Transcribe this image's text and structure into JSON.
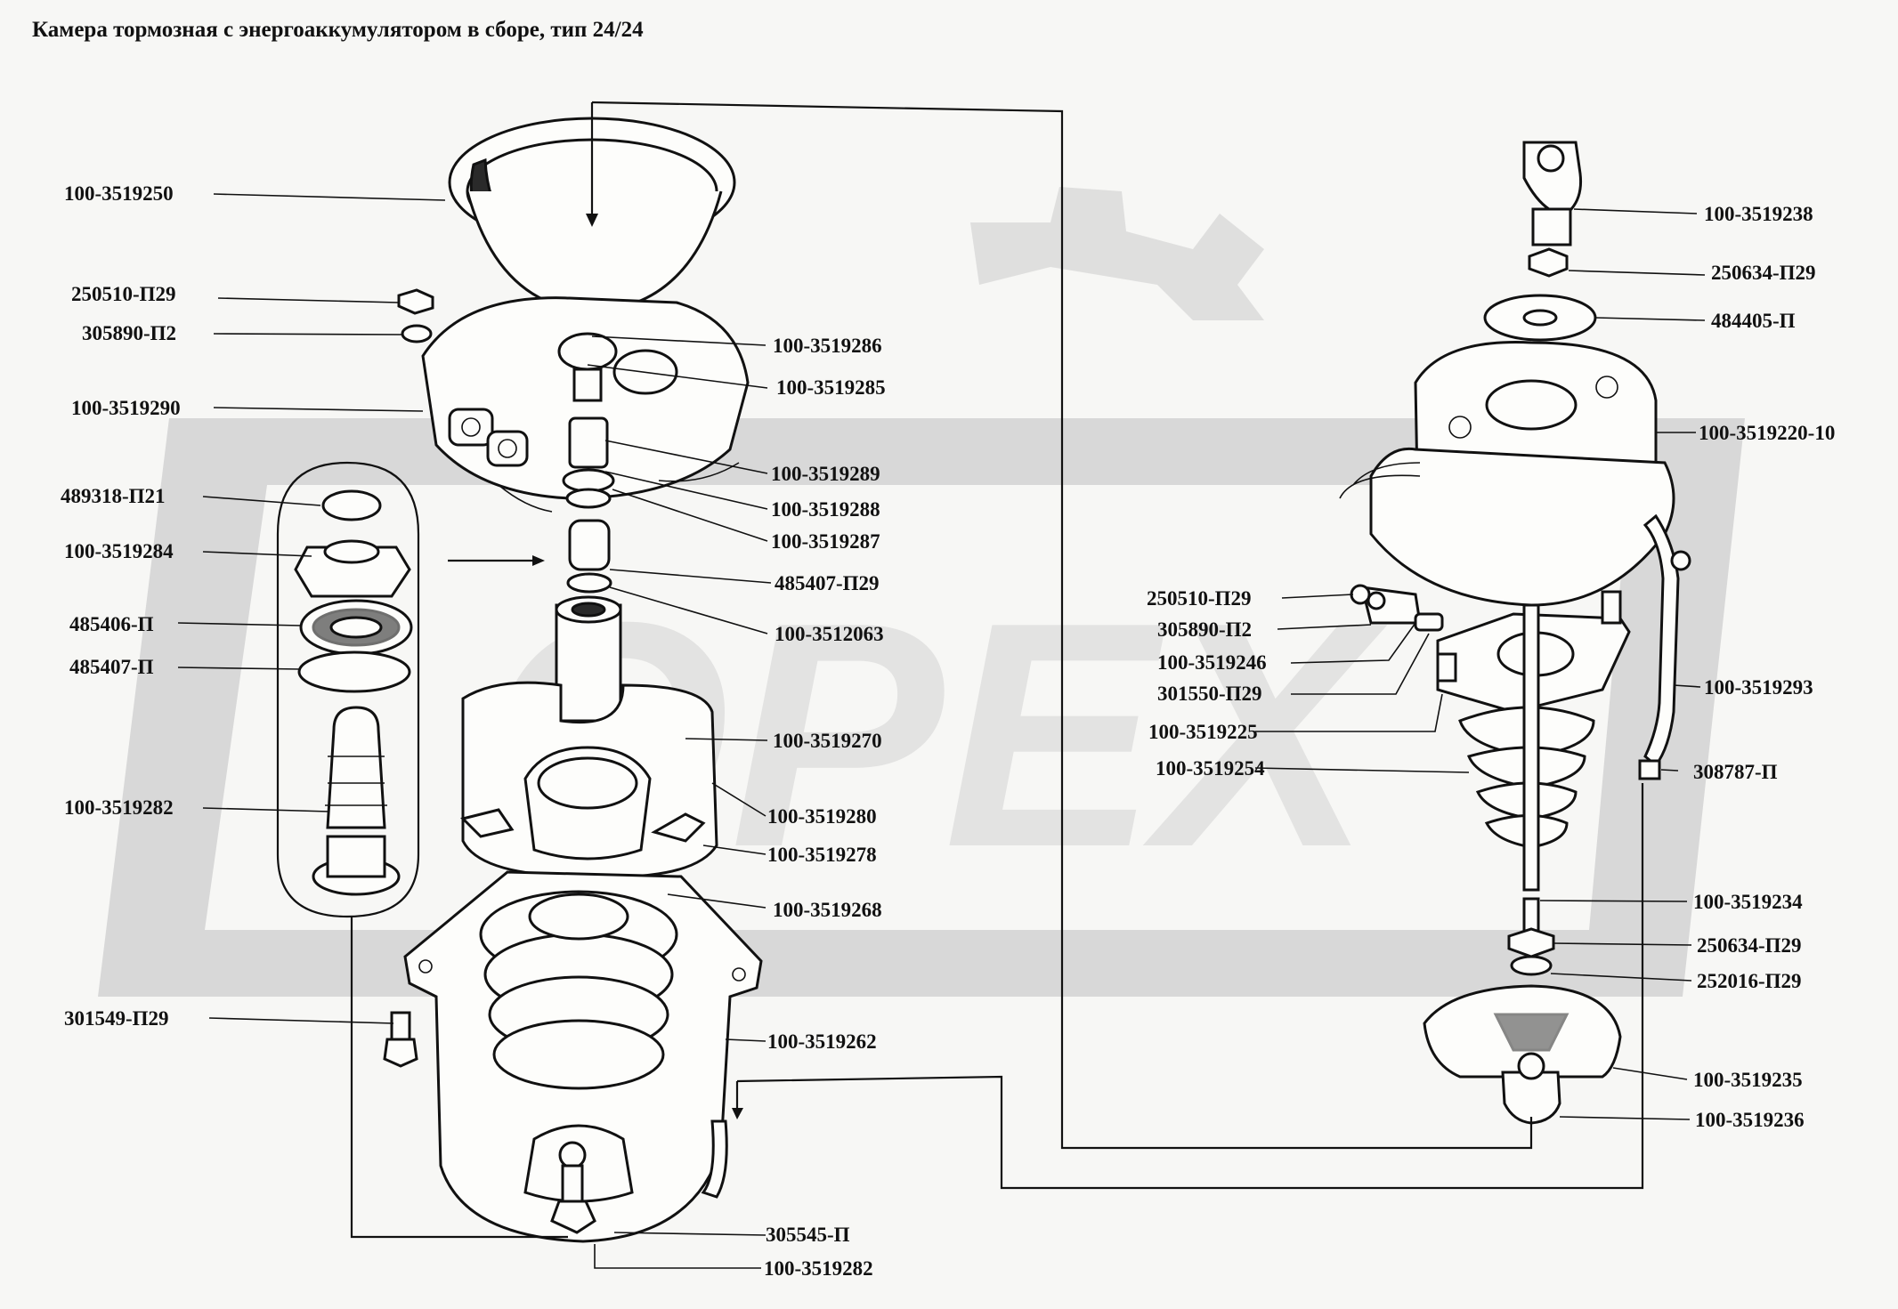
{
  "title": "Камера тормозная с энергоаккумулятором в сборе, тип 24/24",
  "left_labels": [
    "100-3519250",
    "250510-П29",
    "305890-П2",
    "100-3519290",
    "489318-П21",
    "100-3519284",
    "485406-П",
    "485407-П",
    "100-3519282",
    "301549-П29"
  ],
  "center_labels": [
    "100-3519286",
    "100-3519285",
    "100-3519289",
    "100-3519288",
    "100-3519287",
    "485407-П29",
    "100-3512063",
    "100-3519270",
    "100-3519280",
    "100-3519278",
    "100-3519268",
    "100-3519262",
    "305545-П",
    "100-3519282"
  ],
  "right_inner_labels": [
    "250510-П29",
    "305890-П2",
    "100-3519246",
    "301550-П29",
    "100-3519225",
    "100-3519254"
  ],
  "right_labels": [
    "100-3519238",
    "250634-П29",
    "484405-П",
    "100-3519220-10",
    "100-3519293",
    "308787-П",
    "100-3519234",
    "250634-П29",
    "252016-П29",
    "100-3519235",
    "100-3519236"
  ]
}
